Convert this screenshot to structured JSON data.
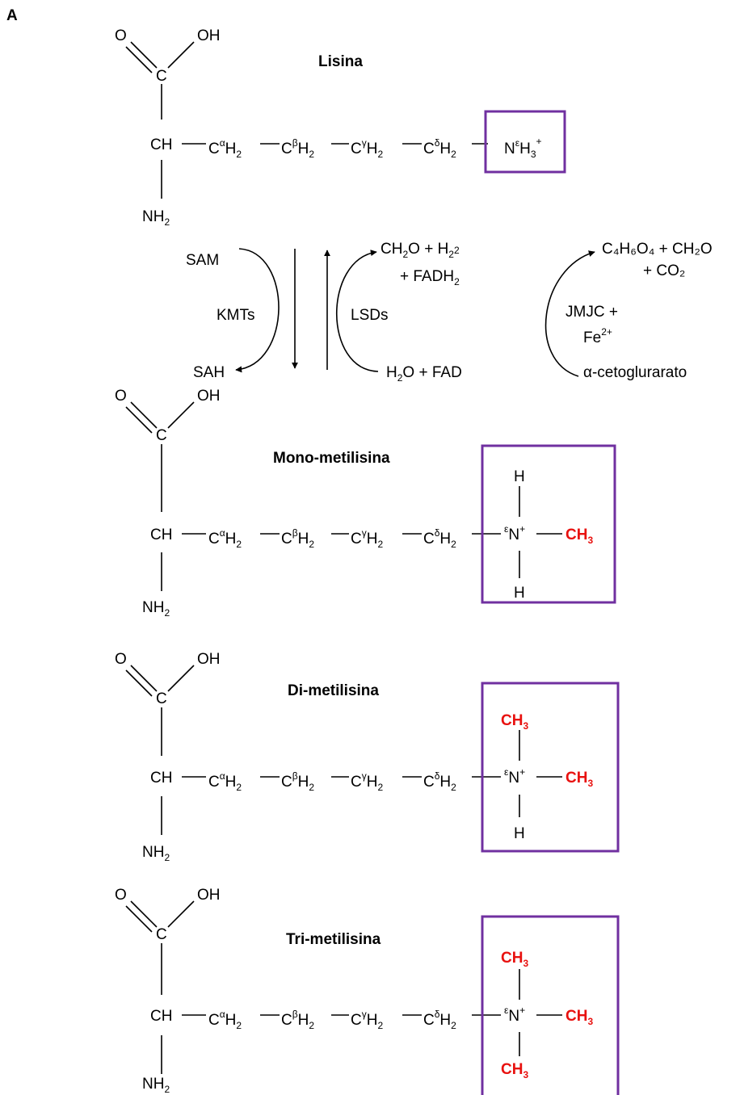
{
  "panel_label": "A",
  "molecules": [
    {
      "name": "Lisina"
    },
    {
      "name": "Mono-metilisina"
    },
    {
      "name": "Di-metilisina"
    },
    {
      "name": "Tri-metilisina"
    }
  ],
  "atoms": {
    "O": "O",
    "OH": "OH",
    "C": "C",
    "CH": "CH",
    "NH": "NH",
    "H": "H",
    "N": "N",
    "plus": "+",
    "CH3": "CH",
    "sub2": "2",
    "sub3": "3",
    "alpha": "α",
    "beta": "β",
    "gamma": "γ",
    "delta": "δ",
    "epsilon": "ε"
  },
  "reactions": {
    "sam": "SAM",
    "kmts": "KMTs",
    "sah": "SAH",
    "lsds": "LSDs",
    "lsd_top_1a": "CH",
    "lsd_top_1b": "O + H",
    "lsd_top_2": "+ FADH",
    "lsd_bottom_a": "H",
    "lsd_bottom_b": "O + FAD",
    "jmjc_top_1": "C₄H₆O₄ + CH₂O",
    "jmjc_top_2": "+ CO₂",
    "jmjc_mid_1": "JMJC +",
    "jmjc_mid_2": "Fe",
    "jmjc_charge": "2+",
    "jmjc_bottom": "α-cetoglurarato"
  },
  "colors": {
    "box": "#7030a0",
    "methyl": "#e8110f"
  }
}
